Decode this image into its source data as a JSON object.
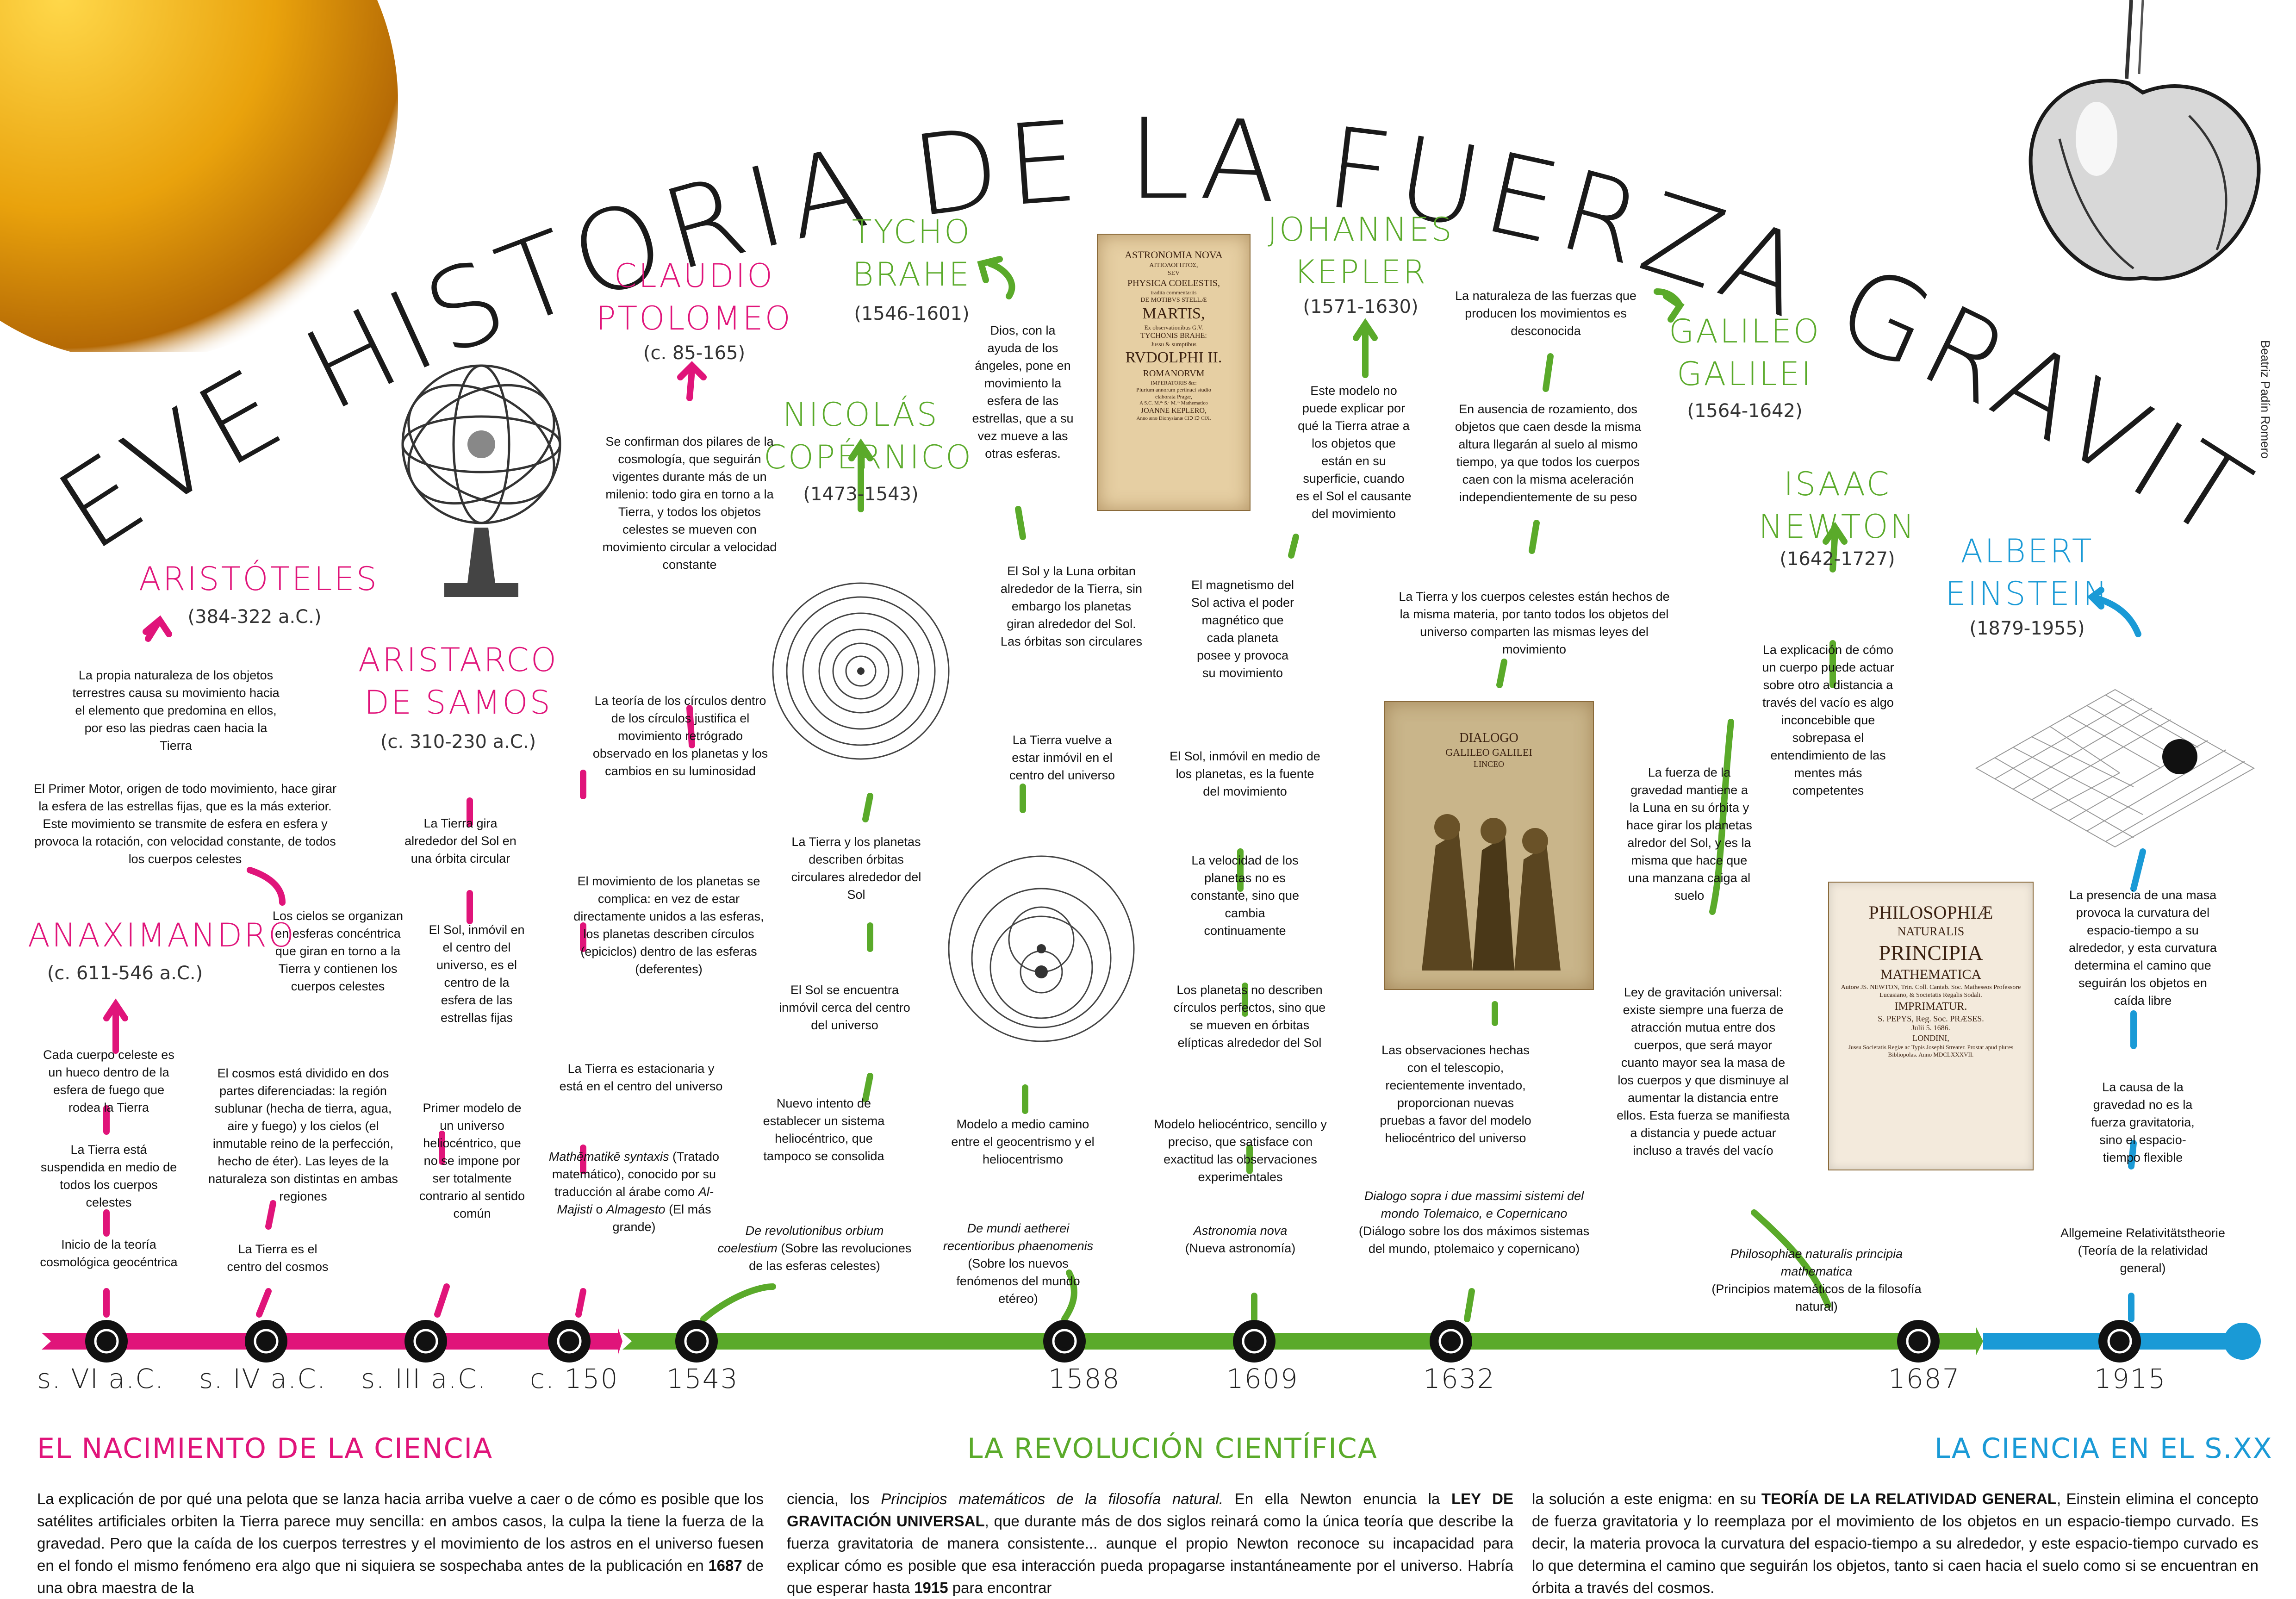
{
  "title": "UNA BREVE HISTORIA DE LA FUERZA GRAVITATORIA",
  "credit": "Beatriz Padín Romero",
  "colors": {
    "pink": "#e0147a",
    "green": "#5aaa2a",
    "blue": "#1a9ad6"
  },
  "people": {
    "aristoteles": {
      "name": "ARISTÓTELES",
      "dates": "(384-322 a.C.)"
    },
    "aristarco": {
      "name1": "ARISTARCO",
      "name2": "DE SAMOS",
      "dates": "(c. 310-230 a.C.)"
    },
    "ptolomeo": {
      "name1": "CLAUDIO",
      "name2": "PTOLOMEO",
      "dates": "(c. 85-165)"
    },
    "anaximandro": {
      "name": "ANAXIMANDRO",
      "dates": "(c. 611-546 a.C.)"
    },
    "copernico": {
      "name1": "NICOLÁS",
      "name2": "COPÉRNICO",
      "dates": "(1473-1543)"
    },
    "brahe": {
      "name1": "TYCHO",
      "name2": "BRAHE",
      "dates": "(1546-1601)"
    },
    "kepler": {
      "name1": "JOHANNES",
      "name2": "KEPLER",
      "dates": "(1571-1630)"
    },
    "galileo": {
      "name1": "GALILEO",
      "name2": "GALILEI",
      "dates": "(1564-1642)"
    },
    "newton": {
      "name1": "ISAAC",
      "name2": "NEWTON",
      "dates": "(1642-1727)"
    },
    "einstein": {
      "name1": "ALBERT",
      "name2": "EINSTEIN",
      "dates": "(1879-1955)"
    }
  },
  "notes": {
    "aris1": "La propia naturaleza de los objetos terrestres causa su movimiento hacia el elemento que predomina en ellos, por eso las piedras caen hacia la Tierra",
    "aris2": "El Primer Motor, origen de todo movimiento, hace girar la esfera de las estrellas fijas, que es la más exterior. Este movimiento se transmite de esfera en esfera y provoca la rotación, con velocidad constante, de todos los cuerpos celestes",
    "aris3": "Los cielos se organizan en esferas concéntrica que giran en torno a la Tierra y contienen los cuerpos celestes",
    "aris4": "El cosmos está dividido en dos partes diferenciadas: la región sublunar (hecha de tierra, agua, aire y fuego) y los cielos (el inmutable reino de la perfección, hecho de éter). Las leyes de la naturaleza son distintas en ambas regiones",
    "aris5": "La Tierra es el centro del cosmos",
    "anax1": "Cada cuerpo celeste es un hueco dentro de la esfera de fuego que rodea la Tierra",
    "anax2": "La Tierra está suspendida en medio de todos los cuerpos celestes",
    "anax3": "Inicio de la teoría cosmológica geocéntrica",
    "star1": "La Tierra gira alrededor del Sol en una órbita circular",
    "star2": "El Sol, inmóvil en el centro del universo, es el centro de la esfera de las estrellas fijas",
    "star3": "Primer modelo de un universo heliocéntrico, que no se impone por ser totalmente contrario al sentido común",
    "ptol1": "Se confirman dos pilares de la cosmología, que seguirán vigentes durante más de un milenio: todo gira en torno a la Tierra, y todos los objetos celestes se mueven con movimiento circular a velocidad constante",
    "ptol2": "La teoría de los círculos dentro de los círculos justifica el movimiento retrógrado observado en los planetas y los cambios en su luminosidad",
    "ptol3": "El movimiento de los planetas se complica: en vez de estar directamente unidos a las esferas, los planetas describen círculos (epiciclos) dentro de las esferas (deferentes)",
    "ptol4": "La Tierra es estacionaria y está en el centro del universo",
    "ptol5a": "Mathēmatikē syntaxis",
    "ptol5b": "(Tratado matemático), conocido por su traducción al árabe como",
    "ptol5c": "Al-Majisti",
    "ptol5d": "o",
    "ptol5e": "Almagesto",
    "ptol5f": "(El más grande)",
    "cop1": "La Tierra y los planetas describen órbitas circulares alrededor del Sol",
    "cop2": "El Sol se encuentra inmóvil cerca del centro del universo",
    "cop3": "Nuevo intento de establecer un sistema heliocéntrico, que tampoco se consolida",
    "cop4a": "De revolutionibus orbium coelestium",
    "cop4b": "(Sobre las revoluciones de las esferas celestes)",
    "bra1": "Dios, con la ayuda de los ángeles, pone en movimiento la esfera de las estrellas, que a su vez mueve a las otras esferas.",
    "bra2": "El Sol y la Luna orbitan alrededor de la Tierra, sin embargo los planetas giran alrededor del Sol. Las órbitas son circulares",
    "bra3": "La Tierra vuelve a estar inmóvil en el centro del universo",
    "bra4": "Modelo a medio camino entre el geocentrismo y el heliocentrismo",
    "bra5a": "De mundi aetherei recentioribus phaenomenis",
    "bra5b": "(Sobre los nuevos fenómenos del mundo etéreo)",
    "kep1": "Este modelo no puede explicar por qué la Tierra atrae a los objetos que están en su superficie, cuando es el Sol el causante del movimiento",
    "kep2": "El magnetismo del Sol activa el poder magnético que cada planeta posee y provoca su movimiento",
    "kep3": "El Sol, inmóvil en medio de los planetas, es la fuente del movimiento",
    "kep4": "La velocidad de los planetas no es constante, sino que cambia continuamente",
    "kep5": "Los planetas no describen círculos perfectos, sino que se mueven en órbitas elípticas alrededor del Sol",
    "kep6": "Modelo heliocéntrico, sencillo y preciso, que satisface con exactitud las observaciones experimentales",
    "kep7a": "Astronomia nova",
    "kep7b": "(Nueva astronomía)",
    "gal1": "La naturaleza de las fuerzas que producen los movimientos es desconocida",
    "gal2": "En ausencia de rozamiento, dos objetos que caen desde la misma altura llegarán al suelo al mismo tiempo, ya que todos los cuerpos caen con la misma aceleración independientemente de su peso",
    "gal3": "La Tierra y los cuerpos celestes están hechos de la misma materia, por tanto todos los objetos del universo comparten las mismas leyes del movimiento",
    "gal4": "Las observaciones hechas con el telescopio, recientemente inventado, proporcionan nuevas pruebas a favor del modelo heliocéntrico del universo",
    "gal5a": "Dialogo sopra i due massimi sistemi del mondo Tolemaico, e Copernicano",
    "gal5b": "(Diálogo sobre los dos máximos sistemas del mundo, ptolemaico y copernicano)",
    "new1": "La explicación de cómo un cuerpo puede actuar sobre otro a distancia a través del vacío es algo inconcebible que sobrepasa el entendimiento de las mentes más competentes",
    "new2": "La fuerza de la gravedad mantiene a la Luna en su órbita y hace girar los planetas alredor del Sol, y es la misma que hace que una manzana caiga al suelo",
    "new3": "Ley de gravitación universal: existe siempre una fuerza de atracción mutua entre dos cuerpos, que será mayor cuanto mayor sea la masa de los cuerpos y que disminuye al aumentar la distancia entre ellos. Esta fuerza se manifiesta a distancia y puede actuar incluso a través del vacío",
    "new4a": "Philosophiae naturalis principia mathematica",
    "new4b": "(Principios matemáticos de la filosofía natural)",
    "ein1": "La presencia de una masa provoca la curvatura del espacio-tiempo a su alrededor, y esta curvatura determina el camino que seguirán los objetos en caída libre",
    "ein2": "La causa de la gravedad no es la fuerza gravitatoria, sino el espacio-tiempo flexible",
    "ein3a": "Allgemeine Relativitätstheorie",
    "ein3b": "(Teoría de la relatividad general)"
  },
  "books": {
    "kepler": [
      "ASTRONOMIA NOVA",
      "ΑΙΤΙΟΛΟΓΗΤΟΣ,",
      "SEV",
      "PHYSICA COELESTIS,",
      "tradita commentariis",
      "DE MOTIBVS STELLÆ",
      "MARTIS,",
      "Ex observationibus G.V.",
      "TYCHONIS BRAHE:",
      "Jussu & sumptibus",
      "RVDOLPHI II.",
      "ROMANORVM",
      "IMPERATORIS &c:",
      "Plurium annorum pertinaci studio",
      "elaborata Pragæ,",
      "A S.C. M.ᵗⁱˢ S.ᶜ M.ᵗⁱˢ Mathematico",
      "JOANNE KEPLERO,",
      "Anno æræ Dionysianæ CIↃ IↃ CIX."
    ],
    "newton": [
      "PHILOSOPHIÆ",
      "NATURALIS",
      "PRINCIPIA",
      "MATHEMATICA",
      "Autore JS. NEWTON, Trin. Coll. Cantab. Soc. Matheseos Professore Lucasiano, & Societatis Regalis Sodali.",
      "IMPRIMATUR.",
      "S. PEPYS, Reg. Soc. PRÆSES.",
      "Julii 5. 1686.",
      "LONDINI,",
      "Jussu Societatis Regiæ ac Typis Josephi Streater. Prostat apud plures Bibliopolas. Anno MDCLXXXVII."
    ],
    "galileo": [
      "DIALOGO",
      "GALILEO GALILEI",
      "LINCEO"
    ]
  },
  "years": [
    "s. VI a.C.",
    "s. IV a.C.",
    "s. III a.C.",
    "c. 150",
    "1543",
    "1588",
    "1609",
    "1632",
    "1687",
    "1915"
  ],
  "sections": {
    "s1": "EL NACIMIENTO DE LA CIENCIA",
    "s2": "LA REVOLUCIÓN CIENTÍFICA",
    "s3": "LA CIENCIA EN EL S.XX"
  },
  "bottom": {
    "c1": "La explicación de por qué una pelota que se lanza hacia arriba vuelve a caer o de cómo es posible que los satélites artificiales orbiten la Tierra parece muy sencilla: en ambos casos, la culpa la tiene la fuerza de la gravedad. Pero que la caída de los cuerpos terrestres y el movimiento de los astros en el universo fuesen en el fondo el mismo fenómeno era algo que ni siquiera se sospechaba antes de la publicación en",
    "c1b": "1687",
    "c1c": "de una obra maestra de la",
    "c2a": "ciencia, los",
    "c2b": "Principios matemáticos de la filosofía natural.",
    "c2c": "En ella Newton enuncia la",
    "c2d": "LEY DE GRAVITACIÓN UNIVERSAL",
    "c2e": ", que durante más de dos siglos reinará como la única teoría que describe la fuerza gravitatoria de manera consistente... aunque el propio Newton reconoce su incapacidad para explicar cómo es posible que esa interacción pueda propagarse instantáneamente por el universo. Habría que esperar hasta",
    "c2f": "1915",
    "c2g": "para encontrar",
    "c3a": "la solución a este enigma: en su",
    "c3b": "TEORÍA DE LA RELATIVIDAD GENERAL",
    "c3c": ", Einstein elimina el concepto de fuerza gravitatoria y lo reemplaza por el movimiento de los objetos en un espacio-tiempo curvado. Es decir, la materia provoca la curvatura del espacio-tiempo a su alrededor, y este espacio-tiempo curvado es lo que determina el camino que seguirán los objetos, tanto si caen hacia el suelo como si se encuentran en órbita a través del cosmos."
  }
}
